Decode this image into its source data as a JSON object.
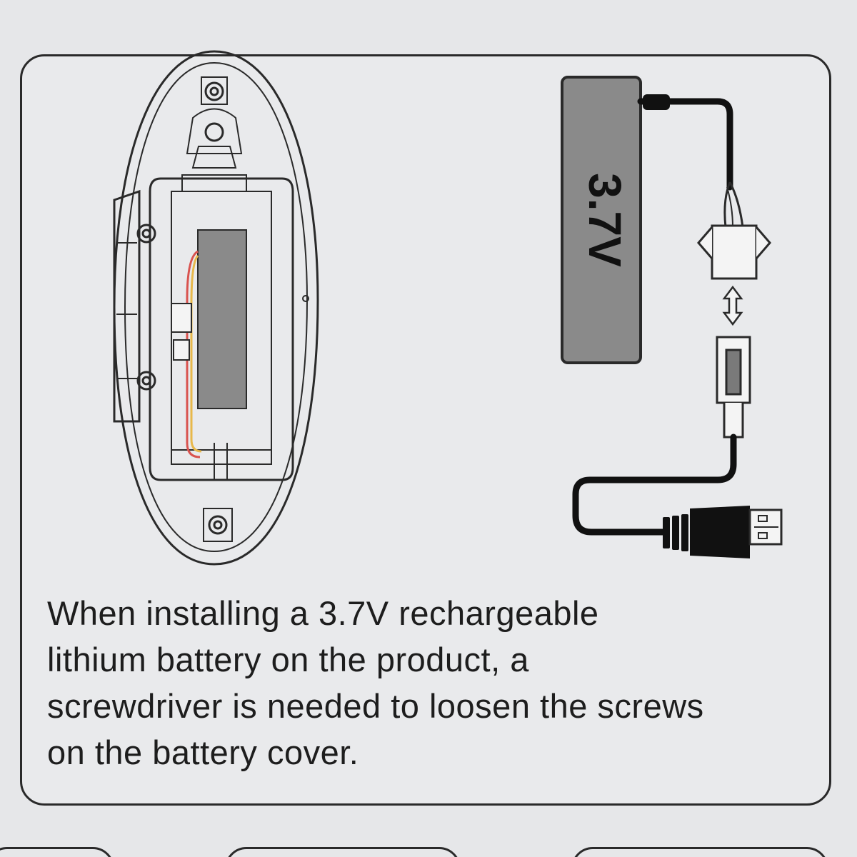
{
  "battery_label": "3.7V",
  "caption": {
    "lines": [
      "When installing a 3.7V rechargeable",
      "lithium battery on the product, a",
      "screwdriver is needed to loosen the screws",
      "on the battery cover."
    ]
  },
  "colors": {
    "background": "#e6e7e9",
    "outline": "#2a2a2a",
    "battery_fill": "#8a8a8a",
    "cable": "#111111",
    "wire_red": "#d9534f",
    "wire_yellow": "#e8b84a"
  },
  "icons": [
    "remote-housing-icon",
    "battery-pack-icon",
    "connector-icon",
    "double-arrow-icon",
    "usb-plug-icon"
  ]
}
